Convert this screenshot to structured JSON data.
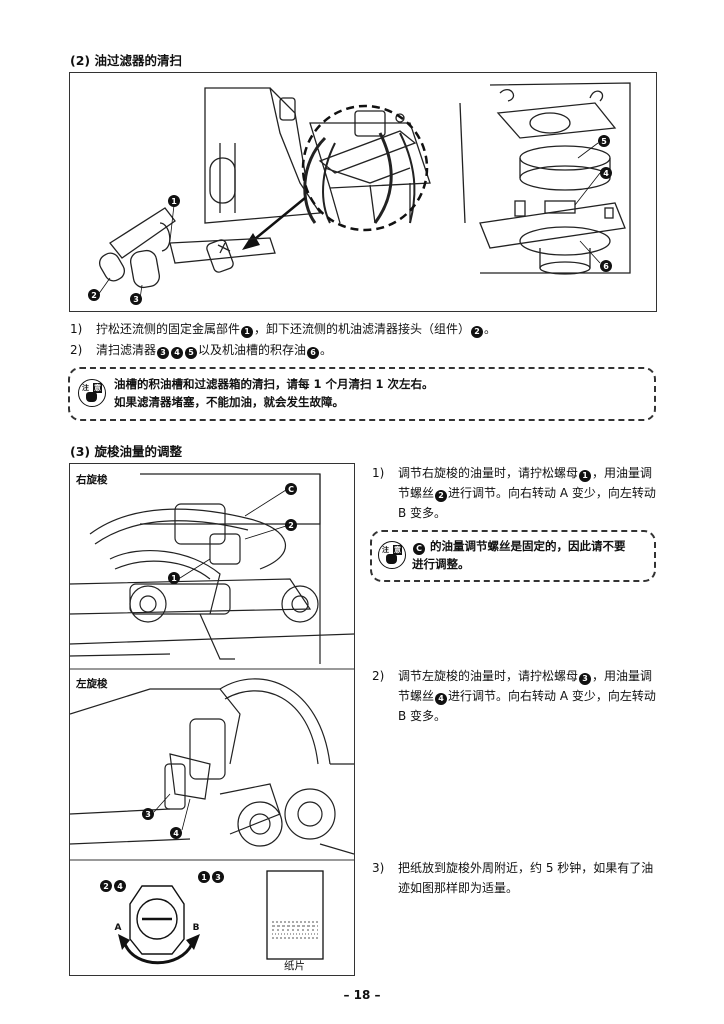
{
  "section2": {
    "heading": "(2) 油过滤器的清扫",
    "callouts": [
      "1",
      "2",
      "3",
      "4",
      "5",
      "6"
    ],
    "steps": [
      {
        "num": "1)",
        "before": "拧松还流侧的固定金属部件",
        "badge1": "1",
        "middle": "，卸下还流侧的机油滤清器接头（组件）",
        "badge2": "2",
        "after": "。"
      },
      {
        "num": "2)",
        "before": "清扫滤清器",
        "badges": [
          "3",
          "4",
          "5"
        ],
        "middle": "以及机油槽的积存油",
        "badge_last": "6",
        "after": "。"
      }
    ],
    "caution": {
      "icon_text_1": "注",
      "icon_text_2": "意",
      "line1": "油槽的积油槽和过滤器箱的清扫，请每 1 个月清扫 1 次左右。",
      "line2": "如果滤清器堵塞，不能加油，就会发生故障。"
    }
  },
  "section3": {
    "heading": "(3) 旋梭油量的调整",
    "fig_right_label": "右旋梭",
    "fig_left_label": "左旋梭",
    "fig_right_callouts": [
      "C",
      "2",
      "1"
    ],
    "fig_left_callouts": [
      "3",
      "4"
    ],
    "fig_bottom": {
      "left_badges": [
        "2",
        "4"
      ],
      "right_badges": [
        "1",
        "3"
      ],
      "label_a": "A",
      "label_b": "B",
      "paper_label": "纸片"
    },
    "step1": {
      "num": "1)",
      "p1": "调节右旋梭的油量时，请拧松螺母",
      "b1": "1",
      "p2": "，用油量调节螺丝",
      "b2": "2",
      "p3": "进行调节。向右转动 A 变少，向左转动 B 变多。"
    },
    "caution2": {
      "icon_text_1": "注",
      "icon_text_2": "意",
      "badge": "C",
      "line1": " 的油量调节螺丝是固定的，因此请不要",
      "line2": "进行调整。"
    },
    "step2": {
      "num": "2)",
      "p1": "调节左旋梭的油量时，请拧松螺母",
      "b1": "3",
      "p2": "，用油量调节螺丝",
      "b2": "4",
      "p3": "进行调节。向右转动 A 变少，向左转动 B 变多。"
    },
    "step3": {
      "num": "3)",
      "p1": "把纸放到旋梭外周附近，约 5 秒钟，如果有了油迹如图那样即为适量。"
    }
  },
  "page_number": "– 18 –"
}
